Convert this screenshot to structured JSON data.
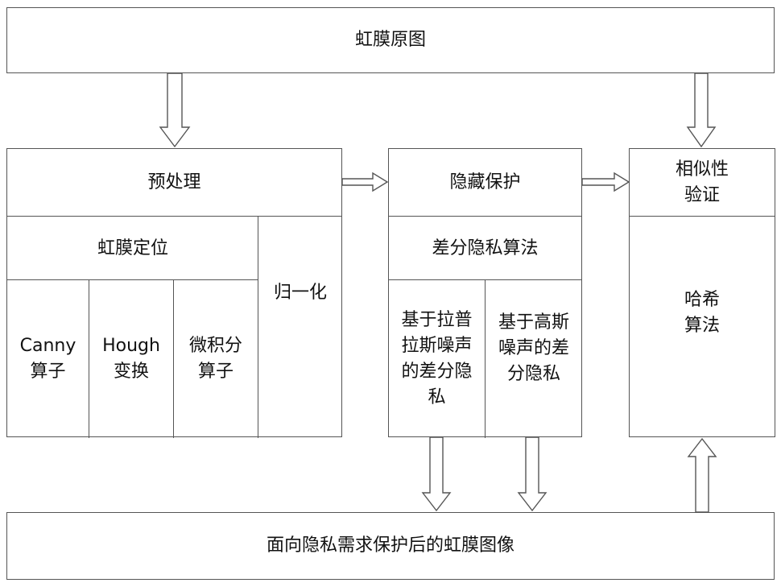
{
  "top": {
    "label": "虹膜原图"
  },
  "preprocess": {
    "title": "预处理",
    "localize": {
      "title": "虹膜定位",
      "methods": [
        "Canny\n算子",
        "Hough\n变换",
        "微积分\n算子"
      ]
    },
    "normalize": "归一化"
  },
  "hide": {
    "title": "隐藏保护",
    "algorithm": "差分隐私算法",
    "methods": [
      "基于拉普\n拉斯噪声\n的差分隐\n私",
      "基于高斯\n噪声的差\n分隐私"
    ]
  },
  "verify": {
    "title": "相似性\n验证",
    "method": "哈希\n算法"
  },
  "bottom": {
    "label": "面向隐私需求保护后的虹膜图像"
  }
}
